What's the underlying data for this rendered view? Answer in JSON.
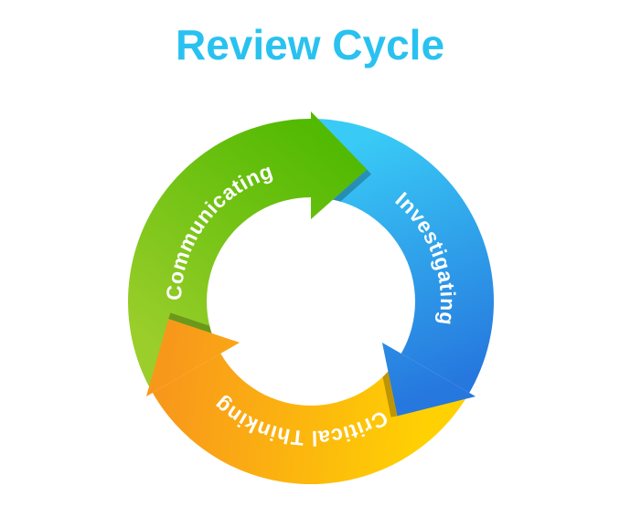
{
  "title": {
    "text": "Review Cycle",
    "color": "#29c2f0"
  },
  "diagram": {
    "type": "cycle-arrows",
    "background": "#ffffff",
    "label_color": "#ffffff",
    "steps": [
      {
        "label": "Communicating",
        "color_from": "#9bce2b",
        "color_to": "#53ba03"
      },
      {
        "label": "Investigating",
        "color_from": "#39cbf6",
        "color_to": "#2677de"
      },
      {
        "label": "Critical Thinking",
        "color_from": "#ffd103",
        "color_to": "#f8981b"
      }
    ]
  }
}
